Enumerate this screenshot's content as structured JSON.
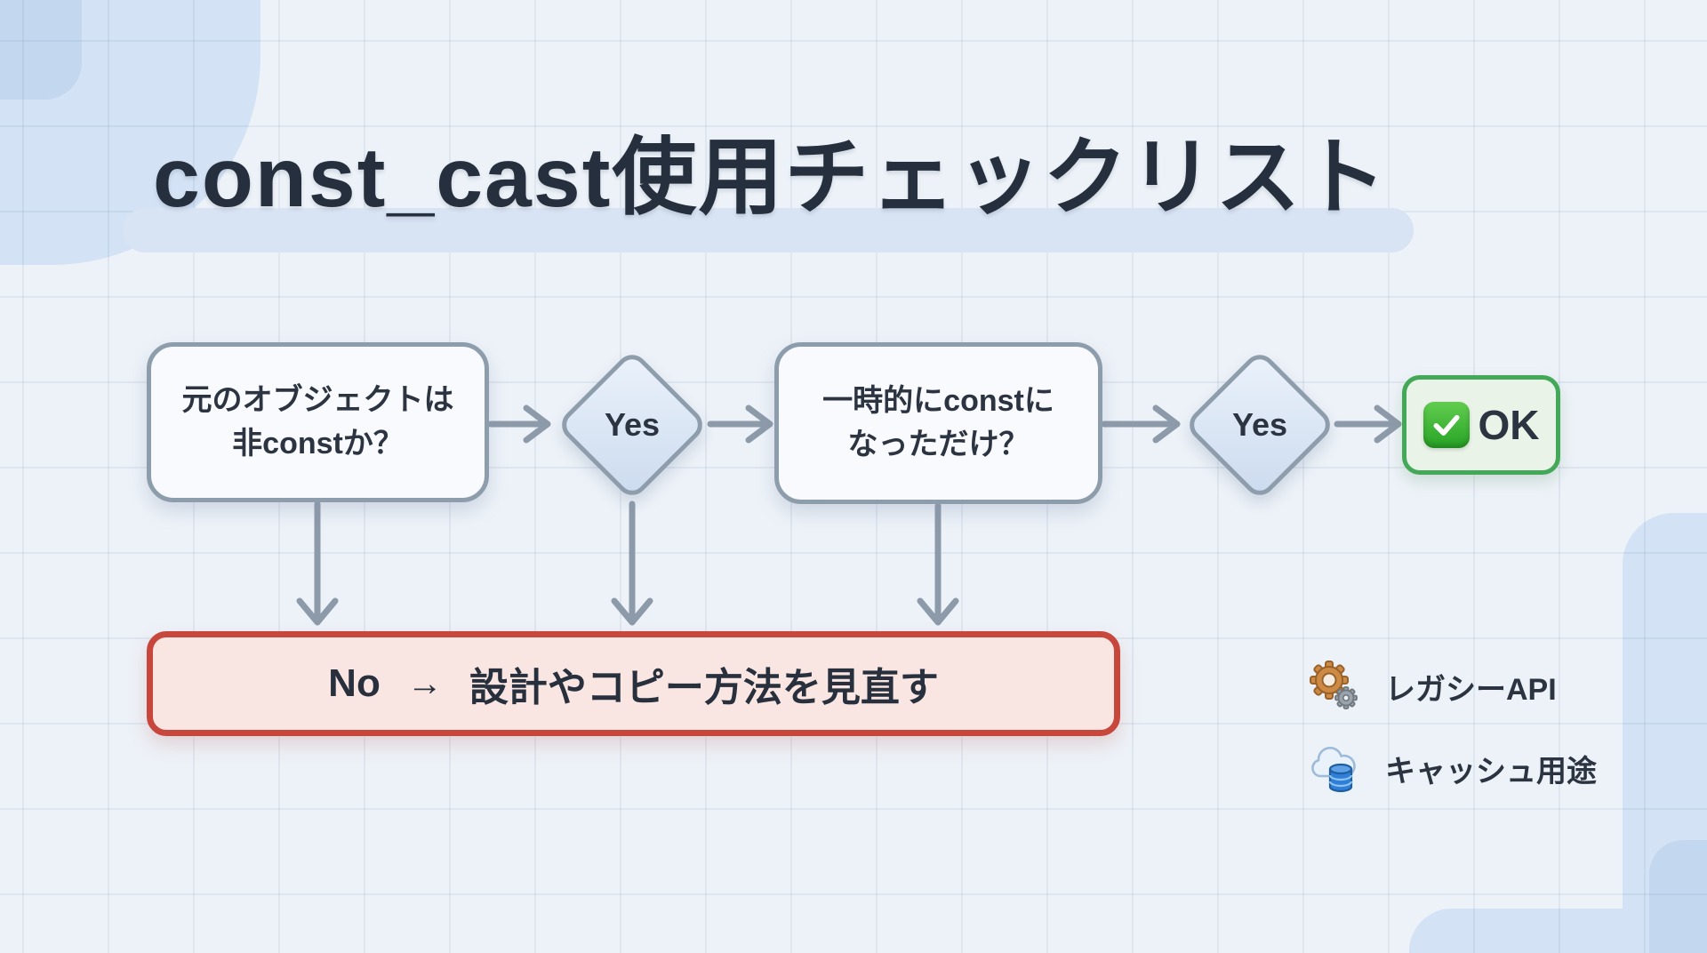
{
  "title": {
    "text": "const_cast使用チェックリスト"
  },
  "flowchart": {
    "q1": {
      "line1": "元のオブジェクトは",
      "line2": "非constか？"
    },
    "d1": {
      "label": "Yes"
    },
    "q2": {
      "line1": "一時的にconstに",
      "line2": "なっただけ？"
    },
    "d2": {
      "label": "Yes"
    },
    "ok": {
      "label": "OK",
      "icon": "check-mark-emoji"
    },
    "no": {
      "prefix": "No",
      "arrow": "→",
      "text": "設計やコピー方法を見直す"
    }
  },
  "legend": {
    "items": [
      {
        "icon": "gear-icon",
        "label": "レガシーAPI"
      },
      {
        "icon": "cloud-database-icon",
        "label": "キャッシュ用途"
      }
    ]
  },
  "colors": {
    "background": "#edf2f8",
    "corner_blob": "#d3e2f5",
    "node_border": "#8e9dac",
    "node_fill": "#f8fafd",
    "diamond_fill": "#dce7f5",
    "arrow": "#8d9aa9",
    "ok_border": "#43a857",
    "ok_fill": "#e9f3e7",
    "check_green": "#2ea32c",
    "alert_border": "#c8473c",
    "alert_fill": "#f9e6e2",
    "text": "#2b3440",
    "title_highlight": "#d8e3f3"
  }
}
